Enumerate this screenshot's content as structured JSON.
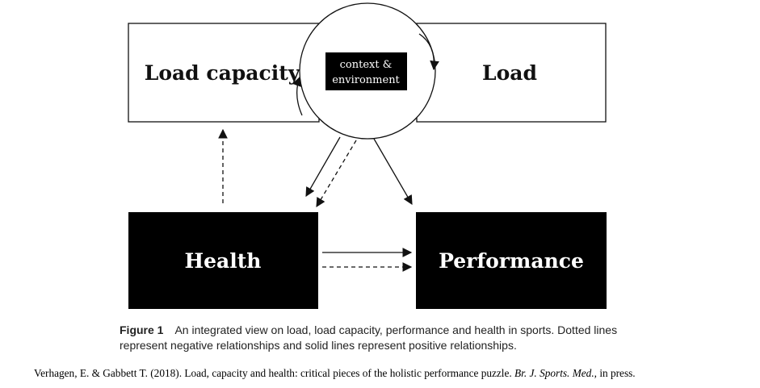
{
  "diagram": {
    "nodes": {
      "load_capacity": "Load capacity",
      "load": "Load",
      "context_line1": "context &",
      "context_line2": "environment",
      "health": "Health",
      "performance": "Performance"
    },
    "edges": [
      {
        "from": "health",
        "to": "load_capacity",
        "style": "dashed"
      },
      {
        "from": "context",
        "to": "health",
        "style": "solid"
      },
      {
        "from": "context",
        "to": "health",
        "style": "dashed"
      },
      {
        "from": "context",
        "to": "performance",
        "style": "solid"
      },
      {
        "from": "health",
        "to": "performance",
        "style": "solid"
      },
      {
        "from": "health",
        "to": "performance",
        "style": "dashed"
      }
    ]
  },
  "caption": {
    "figure_number": "Figure 1",
    "text": "An integrated view on load, load capacity, performance and health in sports. Dotted lines represent negative relationships and solid lines represent positive relationships."
  },
  "citation": {
    "authors": "Verhagen, E. & Gabbett T. (2018). Load, capacity and health: critical pieces of the holistic performance puzzle.",
    "journal": "Br. J. Sports. Med.,",
    "status": "in press."
  },
  "colors": {
    "box_fill_dark": "#000000",
    "box_fill_light": "#ffffff",
    "stroke": "#111111"
  }
}
